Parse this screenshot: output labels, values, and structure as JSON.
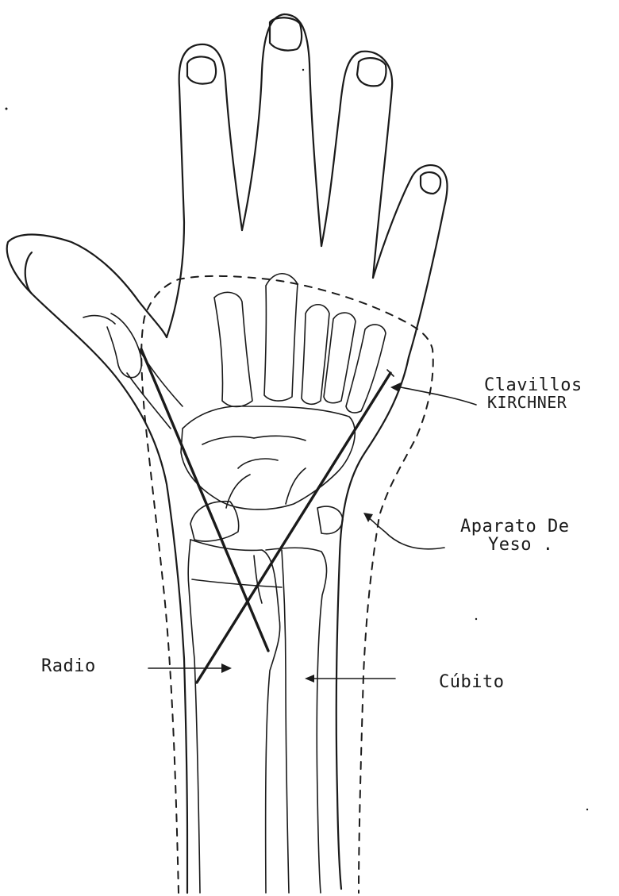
{
  "labels": {
    "clavillos_line1": "Clavillos",
    "clavillos_line2": "KIRCHNER",
    "aparato_line1": "Aparato De",
    "aparato_line2": "Yeso .",
    "radio": "Radio",
    "cubito": "Cúbito"
  },
  "colors": {
    "ink": "#1a1a1a",
    "paper": "#ffffff"
  }
}
